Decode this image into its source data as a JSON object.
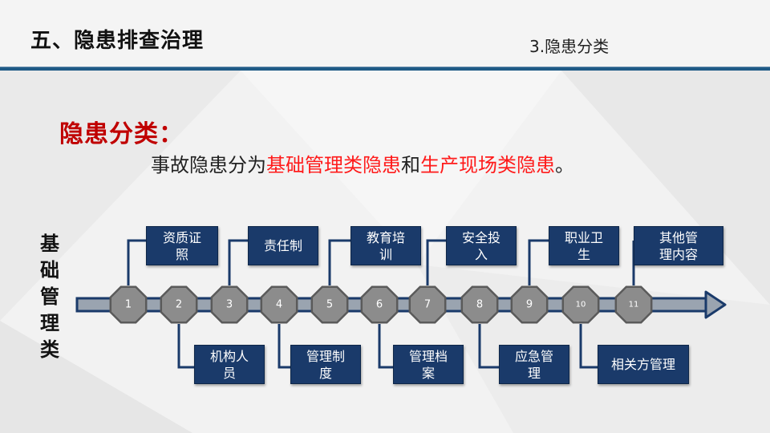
{
  "header": {
    "title": "五、隐患排查治理",
    "section": "3.隐患分类"
  },
  "heading": "隐患分类：",
  "sentence": {
    "part1": "事故隐患分为",
    "part2": "基础管理类隐患",
    "part3": "和",
    "part4": "生产现场类隐患",
    "part5": "。"
  },
  "side_label": [
    "基",
    "础",
    "管",
    "理",
    "类"
  ],
  "nodes": [
    "1",
    "2",
    "3",
    "4",
    "5",
    "6",
    "7",
    "8",
    "9",
    "10",
    "11"
  ],
  "items_top": [
    {
      "node": 1,
      "text": [
        "资质证",
        "照"
      ]
    },
    {
      "node": 3,
      "text": [
        "责任制"
      ]
    },
    {
      "node": 5,
      "text": [
        "教育培",
        "训"
      ]
    },
    {
      "node": 7,
      "text": [
        "安全投",
        "入"
      ]
    },
    {
      "node": 9,
      "text": [
        "职业卫",
        "生"
      ]
    },
    {
      "node": 11,
      "text": [
        "其他管",
        "理内容"
      ]
    }
  ],
  "items_bottom": [
    {
      "node": 2,
      "text": [
        "机构人",
        "员"
      ]
    },
    {
      "node": 4,
      "text": [
        "管理制",
        "度"
      ]
    },
    {
      "node": 6,
      "text": [
        "管理档",
        "案"
      ]
    },
    {
      "node": 8,
      "text": [
        "应急管",
        "理"
      ]
    },
    {
      "node": 10,
      "text": [
        "相关方管理"
      ]
    }
  ],
  "colors": {
    "box": "#1a3a6a",
    "node": "#8c8c8c",
    "arrow": "#1a3a6a",
    "heading": "#c00000",
    "highlight": "#ff1a1a"
  }
}
